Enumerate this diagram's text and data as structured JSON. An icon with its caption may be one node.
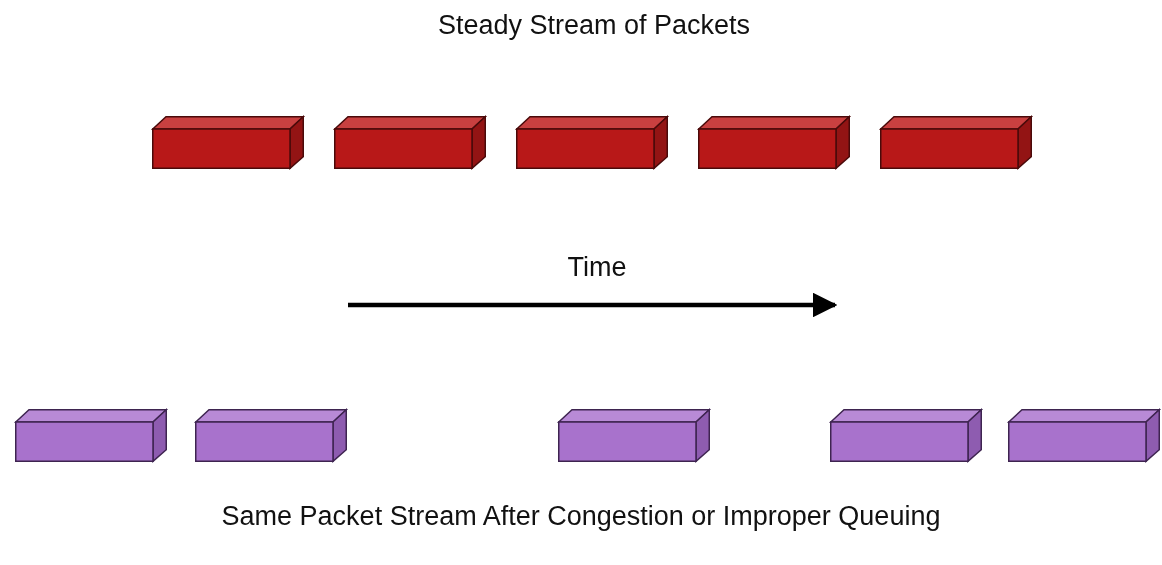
{
  "diagram": {
    "title": "Steady Stream of Packets",
    "caption": "Same Packet Stream After Congestion or Improper Queuing",
    "nodes": [
      {
        "text": [],
        "shape": "box"
      },
      {
        "text": [],
        "shape": "box"
      },
      {
        "text": [],
        "shape": "box"
      },
      {
        "text": [],
        "shape": "box"
      },
      {
        "text": [],
        "shape": "box"
      },
      {
        "text": [],
        "shape": "box"
      },
      {
        "text": [],
        "shape": "box"
      },
      {
        "text": [],
        "shape": "box"
      },
      {
        "text": [],
        "shape": "box"
      },
      {
        "text": [],
        "shape": "box"
      }
    ],
    "labels": [
      "Time"
    ]
  }
}
